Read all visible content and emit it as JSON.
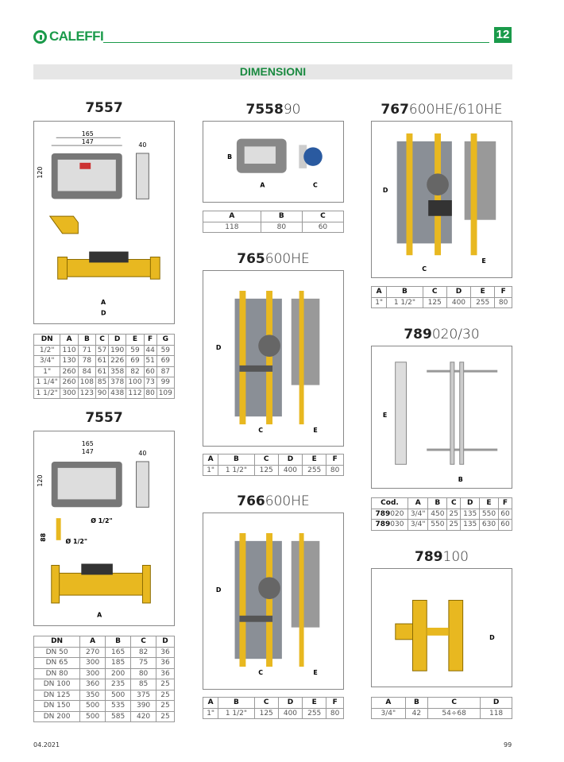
{
  "header": {
    "brand": "CALEFFI",
    "page_section": "12",
    "title": "DIMENSIONI"
  },
  "footer": {
    "date": "04.2021",
    "page": "99"
  },
  "products": {
    "p7557a": {
      "bold": "7557",
      "light": "",
      "dims": {
        "w1": "165",
        "w2": "147",
        "h": "120",
        "side": "40"
      },
      "table": {
        "headers": [
          "DN",
          "A",
          "B",
          "C",
          "D",
          "E",
          "F",
          "G"
        ],
        "rows": [
          [
            "1/2\"",
            "110",
            "71",
            "57",
            "190",
            "59",
            "44",
            "59"
          ],
          [
            "3/4\"",
            "130",
            "78",
            "61",
            "226",
            "69",
            "51",
            "69"
          ],
          [
            "1\"",
            "260",
            "84",
            "61",
            "358",
            "82",
            "60",
            "87"
          ],
          [
            "1 1/4\"",
            "260",
            "108",
            "85",
            "378",
            "100",
            "73",
            "99"
          ],
          [
            "1 1/2\"",
            "300",
            "123",
            "90",
            "438",
            "112",
            "80",
            "109"
          ]
        ]
      }
    },
    "p7557b": {
      "bold": "7557",
      "light": "",
      "dims": {
        "w1": "165",
        "w2": "147",
        "h": "120",
        "side": "40",
        "d1": "Ø 1/2\"",
        "d2": "Ø 1/2\"",
        "h2": "88"
      },
      "table": {
        "headers": [
          "DN",
          "A",
          "B",
          "C",
          "D"
        ],
        "rows": [
          [
            "DN 50",
            "270",
            "165",
            "82",
            "36"
          ],
          [
            "DN 65",
            "300",
            "185",
            "75",
            "36"
          ],
          [
            "DN 80",
            "300",
            "200",
            "80",
            "36"
          ],
          [
            "DN 100",
            "360",
            "235",
            "85",
            "25"
          ],
          [
            "DN 125",
            "350",
            "500",
            "375",
            "25"
          ],
          [
            "DN 150",
            "500",
            "535",
            "390",
            "25"
          ],
          [
            "DN 200",
            "500",
            "585",
            "420",
            "25"
          ]
        ]
      }
    },
    "p755890": {
      "bold": "7558",
      "light": "90",
      "table": {
        "headers": [
          "A",
          "B",
          "C"
        ],
        "rows": [
          [
            "118",
            "80",
            "60"
          ]
        ]
      }
    },
    "p765600": {
      "bold": "765",
      "light": "600HE",
      "table": {
        "headers": [
          "A",
          "B",
          "C",
          "D",
          "E",
          "F"
        ],
        "rows": [
          [
            "1\"",
            "1 1/2\"",
            "125",
            "400",
            "255",
            "80"
          ]
        ]
      }
    },
    "p766600": {
      "bold": "766",
      "light": "600HE",
      "table": {
        "headers": [
          "A",
          "B",
          "C",
          "D",
          "E",
          "F"
        ],
        "rows": [
          [
            "1\"",
            "1 1/2\"",
            "125",
            "400",
            "255",
            "80"
          ]
        ]
      }
    },
    "p767600": {
      "bold": "767",
      "light": "600HE/610HE",
      "table": {
        "headers": [
          "A",
          "B",
          "C",
          "D",
          "E",
          "F"
        ],
        "rows": [
          [
            "1\"",
            "1 1/2\"",
            "125",
            "400",
            "255",
            "80"
          ]
        ]
      }
    },
    "p789020": {
      "bold": "789",
      "light": "020/30",
      "table": {
        "headers": [
          "Cod.",
          "A",
          "B",
          "C",
          "D",
          "E",
          "F"
        ],
        "rows": [
          [
            {
              "b": "789",
              "l": "020"
            },
            "3/4\"",
            "450",
            "25",
            "135",
            "550",
            "60"
          ],
          [
            {
              "b": "789",
              "l": "030"
            },
            "3/4\"",
            "550",
            "25",
            "135",
            "630",
            "60"
          ]
        ]
      }
    },
    "p789100": {
      "bold": "789",
      "light": "100",
      "table": {
        "headers": [
          "A",
          "B",
          "C",
          "D"
        ],
        "rows": [
          [
            "3/4\"",
            "42",
            "54÷68",
            "118"
          ]
        ]
      }
    }
  },
  "colors": {
    "brand": "#1a9a4a",
    "brass": "#e8b820",
    "panel": "#8a8f96"
  }
}
